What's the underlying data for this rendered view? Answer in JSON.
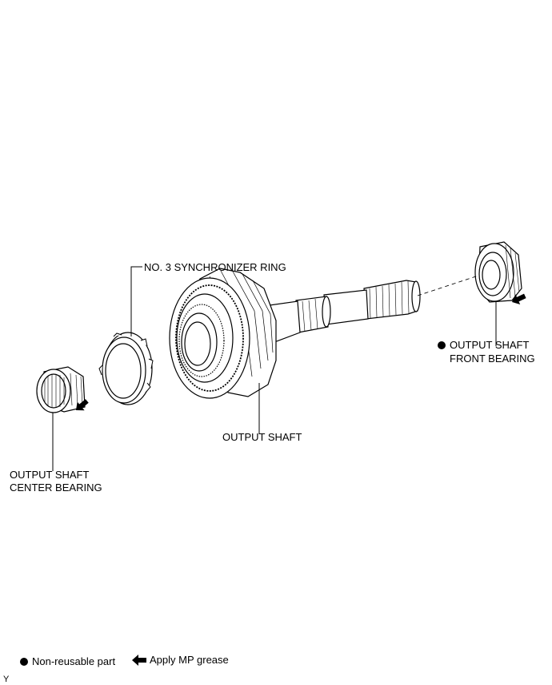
{
  "labels": {
    "sync_ring": "NO. 3 SYNCHRONIZER RING",
    "output_shaft": "OUTPUT SHAFT",
    "front_bearing_line1": "OUTPUT SHAFT",
    "front_bearing_line2": "FRONT BEARING",
    "center_bearing_line1": "OUTPUT SHAFT",
    "center_bearing_line2": "CENTER BEARING"
  },
  "legend": {
    "non_reusable": "Non-reusable part",
    "apply_grease": "Apply MP grease"
  },
  "corner_mark": "Y"
}
